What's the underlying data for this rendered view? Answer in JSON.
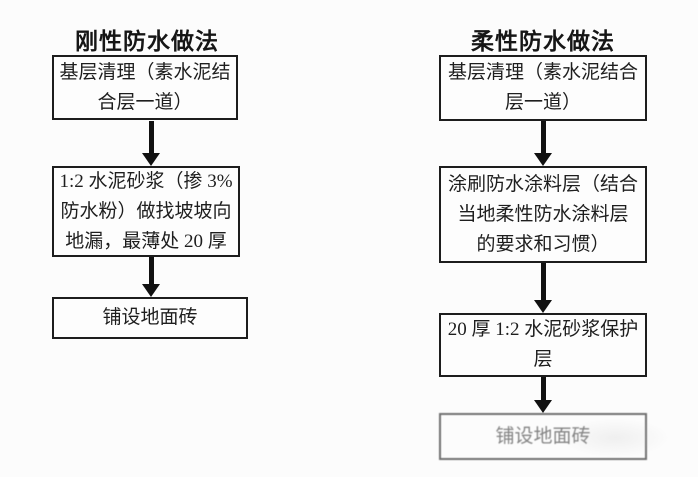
{
  "page": {
    "background_color": "#fcfcfc",
    "box_border_color": "#1d1d1d",
    "text_color": "#1e1e1e",
    "arrow_color": "#111111",
    "arrow_icon": "arrow-down-icon"
  },
  "left_flow": {
    "title": "刚性防水做法",
    "steps": [
      {
        "text": "基层清理（素水泥结\n合层一道）"
      },
      {
        "text": "1:2 水泥砂浆（掺 3%\n防水粉）做找坡坡向\n地漏，最薄处 20 厚"
      },
      {
        "text": "铺设地面砖"
      }
    ]
  },
  "right_flow": {
    "title": "柔性防水做法",
    "steps": [
      {
        "text": "基层清理（素水泥结合\n层一道）"
      },
      {
        "text": "涂刷防水涂料层（结合\n当地柔性防水涂料层\n的要求和习惯）"
      },
      {
        "text": "20 厚 1:2 水泥砂浆保护\n层"
      },
      {
        "text": "铺设地面砖"
      }
    ]
  }
}
